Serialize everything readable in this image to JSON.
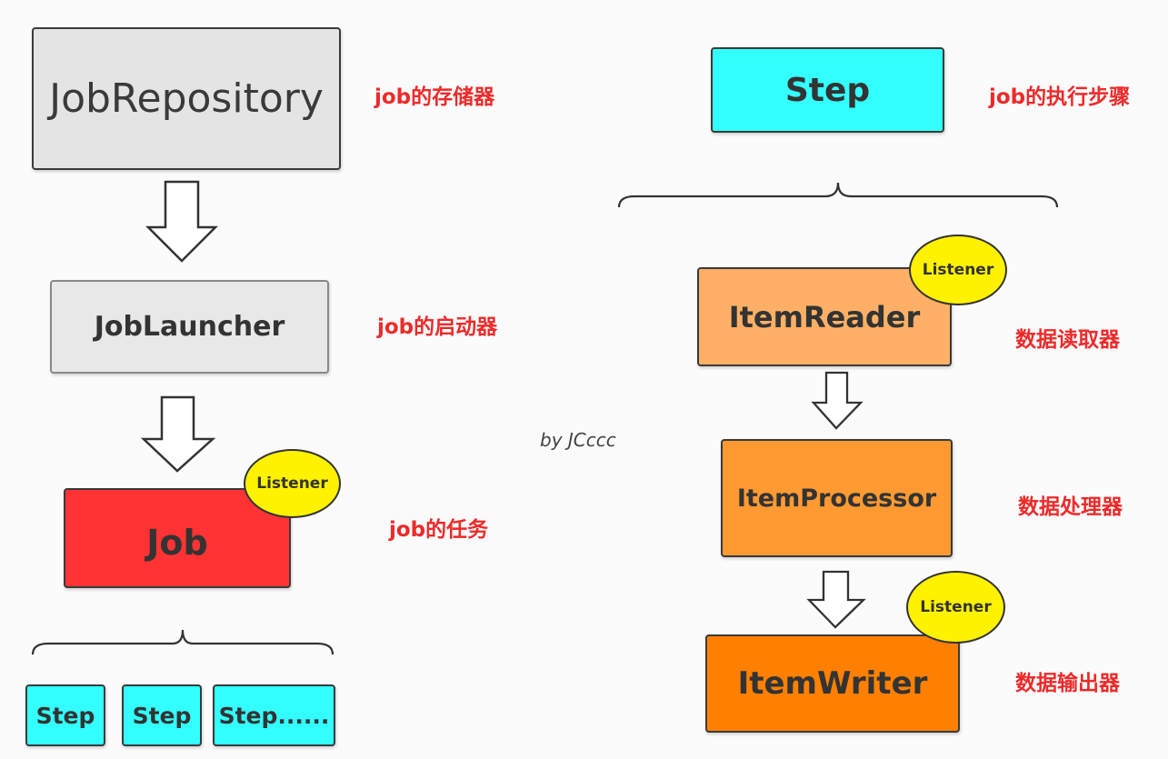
{
  "left": {
    "job_repository": "JobRepository",
    "job_repository_note": "job的存储器",
    "job_launcher": "JobLauncher",
    "job_launcher_note": "job的启动器",
    "job": "Job",
    "job_note": "job的任务",
    "job_listener": "Listener",
    "steps": [
      "Step",
      "Step",
      "Step......"
    ]
  },
  "right": {
    "step": "Step",
    "step_note": "job的执行步骤",
    "item_reader": "ItemReader",
    "item_reader_note": "数据读取器",
    "item_reader_listener": "Listener",
    "item_processor": "ItemProcessor",
    "item_processor_note": "数据处理器",
    "item_writer": "ItemWriter",
    "item_writer_note": "数据输出器",
    "item_writer_listener": "Listener"
  },
  "credit": "by JCccc",
  "colors": {
    "repository": "#e4e4e4",
    "launcher": "#e8e8e8",
    "job": "#ff3333",
    "step": "#33ffff",
    "item_reader": "#ffb066",
    "item_processor": "#ff9a33",
    "item_writer": "#ff8000",
    "listener": "#fff200",
    "note": "#ee2a2a"
  }
}
